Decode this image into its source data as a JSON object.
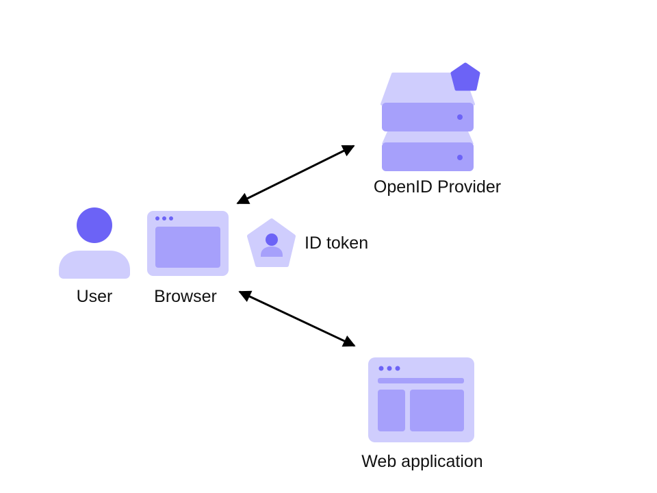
{
  "nodes": {
    "user": {
      "label": "User",
      "icon": "user-icon"
    },
    "browser": {
      "label": "Browser",
      "icon": "browser-window-icon"
    },
    "id_token": {
      "label": "ID token",
      "icon": "id-token-badge-icon"
    },
    "openid_provider": {
      "label": "OpenID Provider",
      "icon": "server-icon"
    },
    "web_application": {
      "label": "Web application",
      "icon": "web-app-window-icon"
    }
  },
  "edges": [
    {
      "from": "browser",
      "to": "openid_provider",
      "direction": "bidirectional"
    },
    {
      "from": "browser",
      "to": "web_application",
      "direction": "bidirectional"
    }
  ],
  "colors": {
    "light": "#cfcdfd",
    "medium": "#a6a0fb",
    "accent": "#6c63f6",
    "arrow": "#000000",
    "text": "#111111"
  }
}
